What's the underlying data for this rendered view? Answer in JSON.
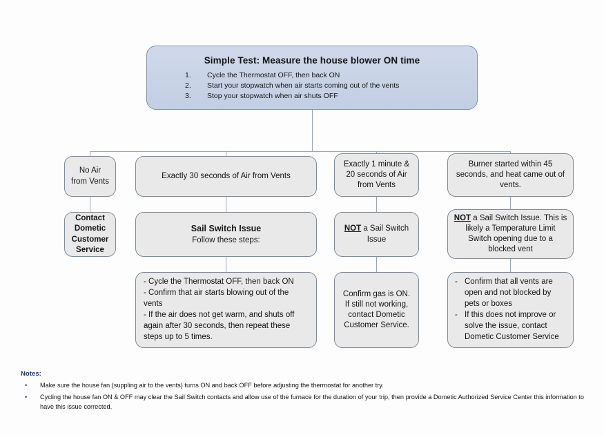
{
  "header": {
    "title": "Simple Test:  Measure the house blower ON time",
    "steps": [
      {
        "num": "1.",
        "text": "Cycle the Thermostat OFF, then back ON"
      },
      {
        "num": "2.",
        "text": "Start your stopwatch when air starts coming out of the vents"
      },
      {
        "num": "3.",
        "text": "Stop your stopwatch when air shuts OFF"
      }
    ]
  },
  "branches": [
    {
      "condition": "No Air from Vents",
      "result": "Contact Dometic Customer Service",
      "action": null
    },
    {
      "condition": "Exactly 30 seconds of Air from Vents",
      "result_title": "Sail Switch Issue",
      "result_sub": "Follow these steps:",
      "action_items": [
        "- Cycle the Thermostat OFF, then back ON",
        "- Confirm that air starts blowing out of the vents",
        "- If the air does not get warm, and shuts off again after 30 seconds, then repeat these steps up to 5 times."
      ]
    },
    {
      "condition": "Exactly 1 minute & 20 seconds of Air from Vents",
      "result_prefix": "NOT",
      "result_rest": " a Sail Switch Issue",
      "action": "Confirm gas is ON.  If still not working, contact Dometic Customer Service."
    },
    {
      "condition": "Burner started within 45 seconds, and heat came out of vents.",
      "result_prefix": "NOT",
      "result_rest": " a Sail Switch Issue.  This is likely a Temperature Limit Switch opening due to a blocked vent",
      "action_items": [
        "Confirm that all vents are open and not blocked by pets or boxes",
        "If this does not improve or solve the issue, contact Dometic Customer Service"
      ]
    }
  ],
  "notes": {
    "title": "Notes:",
    "bullet_glyph": "•",
    "items": [
      "Make sure the house fan (suppling air to the vents) turns ON and back OFF before adjusting the thermostat for another try.",
      "Cycling the house fan ON & OFF may clear the Sail Switch contacts and allow use of the furnace for the duration of your trip, then provide a Dometic Authorized Service Center this information to have this issue corrected."
    ]
  },
  "colors": {
    "header_fill": "#c8d3e6",
    "node_fill": "#e9e9e9",
    "node_border": "#7e8b99",
    "connector": "#9aa6b4",
    "notes_accent": "#1f3864"
  }
}
